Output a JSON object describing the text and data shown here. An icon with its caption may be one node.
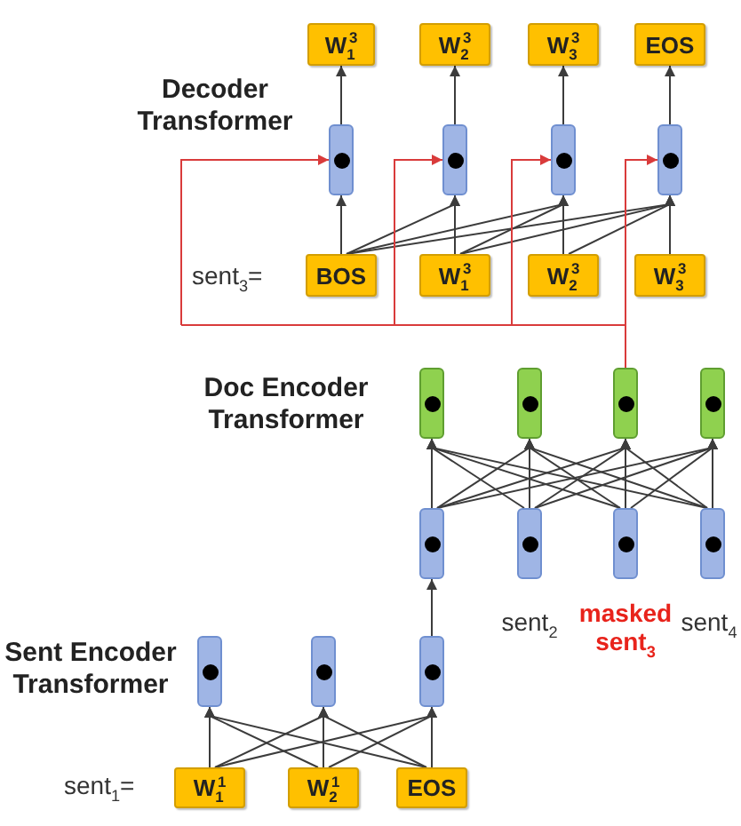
{
  "diagram": {
    "nodes": [
      {
        "text": [
          "W$_{1}$$^{3}$"
        ]
      },
      {
        "text": [
          "W$_{2}$$^{3}$"
        ]
      },
      {
        "text": [
          "W$_{3}$$^{3}$"
        ]
      },
      {
        "text": [
          "EOS"
        ]
      },
      {
        "text": [],
        "shape": "box"
      },
      {
        "text": [],
        "shape": "box"
      },
      {
        "text": [],
        "shape": "box"
      },
      {
        "text": [],
        "shape": "box"
      },
      {
        "text": [
          "BOS"
        ]
      },
      {
        "text": [
          "W$_{1}$$^{3}$"
        ]
      },
      {
        "text": [
          "W$_{2}$$^{3}$"
        ]
      },
      {
        "text": [
          "W$_{3}$$^{3}$"
        ]
      },
      {
        "text": [],
        "shape": "box"
      },
      {
        "text": [],
        "shape": "box"
      },
      {
        "text": [],
        "shape": "box"
      },
      {
        "text": [],
        "shape": "box"
      },
      {
        "text": [],
        "shape": "box"
      },
      {
        "text": [],
        "shape": "box",
        "beside": [
          "sent$_{2}$"
        ]
      },
      {
        "text": [],
        "shape": "box",
        "beside": [
          "masked sent$_{3}$"
        ]
      },
      {
        "text": [],
        "shape": "box",
        "beside": [
          "sent$_{4}$"
        ]
      },
      {
        "text": [],
        "shape": "box"
      },
      {
        "text": [],
        "shape": "box"
      },
      {
        "text": [],
        "shape": "box"
      },
      {
        "text": [
          "W$_{1}$$^{1}$"
        ]
      },
      {
        "text": [
          "W$_{2}$$^{1}$"
        ]
      },
      {
        "text": [
          "EOS"
        ]
      }
    ],
    "edges": [
      {
        "from": 4,
        "to": 0,
        "arrow": "to"
      },
      {
        "from": 5,
        "to": 1,
        "arrow": "to"
      },
      {
        "from": 6,
        "to": 2,
        "arrow": "to"
      },
      {
        "from": 7,
        "to": 3,
        "arrow": "to"
      },
      {
        "from": 8,
        "to": 4,
        "arrow": "to"
      },
      {
        "from": 8,
        "to": 5,
        "arrow": "to"
      },
      {
        "from": 9,
        "to": 5,
        "arrow": "to"
      },
      {
        "from": 8,
        "to": 6,
        "arrow": "to"
      },
      {
        "from": 9,
        "to": 6,
        "arrow": "to"
      },
      {
        "from": 10,
        "to": 6,
        "arrow": "to"
      },
      {
        "from": 8,
        "to": 7,
        "arrow": "to"
      },
      {
        "from": 9,
        "to": 7,
        "arrow": "to"
      },
      {
        "from": 10,
        "to": 7,
        "arrow": "to"
      },
      {
        "from": 11,
        "to": 7,
        "arrow": "to"
      },
      {
        "from": 14,
        "to": 4,
        "arrow": "to",
        "color": "#d93b3b"
      },
      {
        "from": 14,
        "to": 5,
        "arrow": "to",
        "color": "#d93b3b"
      },
      {
        "from": 14,
        "to": 6,
        "arrow": "to",
        "color": "#d93b3b"
      },
      {
        "from": 14,
        "to": 7,
        "arrow": "to",
        "color": "#d93b3b"
      },
      {
        "from": 16,
        "to": 12,
        "arrow": "to"
      },
      {
        "from": 16,
        "to": 13,
        "arrow": "to"
      },
      {
        "from": 16,
        "to": 14,
        "arrow": "to"
      },
      {
        "from": 16,
        "to": 15,
        "arrow": "to"
      },
      {
        "from": 17,
        "to": 12,
        "arrow": "to"
      },
      {
        "from": 17,
        "to": 13,
        "arrow": "to"
      },
      {
        "from": 17,
        "to": 14,
        "arrow": "to"
      },
      {
        "from": 17,
        "to": 15,
        "arrow": "to"
      },
      {
        "from": 18,
        "to": 12,
        "arrow": "to"
      },
      {
        "from": 18,
        "to": 13,
        "arrow": "to"
      },
      {
        "from": 18,
        "to": 14,
        "arrow": "to"
      },
      {
        "from": 18,
        "to": 15,
        "arrow": "to"
      },
      {
        "from": 19,
        "to": 12,
        "arrow": "to"
      },
      {
        "from": 19,
        "to": 13,
        "arrow": "to"
      },
      {
        "from": 19,
        "to": 14,
        "arrow": "to"
      },
      {
        "from": 19,
        "to": 15,
        "arrow": "to"
      },
      {
        "from": 22,
        "to": 16,
        "arrow": "to"
      },
      {
        "from": 23,
        "to": 20,
        "arrow": "to"
      },
      {
        "from": 23,
        "to": 21,
        "arrow": "to"
      },
      {
        "from": 23,
        "to": 22,
        "arrow": "to"
      },
      {
        "from": 24,
        "to": 20,
        "arrow": "to"
      },
      {
        "from": 24,
        "to": 21,
        "arrow": "to"
      },
      {
        "from": 24,
        "to": 22,
        "arrow": "to"
      },
      {
        "from": 25,
        "to": 20,
        "arrow": "to"
      },
      {
        "from": 25,
        "to": 21,
        "arrow": "to"
      },
      {
        "from": 25,
        "to": 22,
        "arrow": "to"
      }
    ],
    "labels": [
      "Decoder Transformer",
      "sent$_{3}$=",
      "Doc Encoder Transformer",
      "Sent Encoder Transformer",
      "sent$_{1}$="
    ]
  }
}
